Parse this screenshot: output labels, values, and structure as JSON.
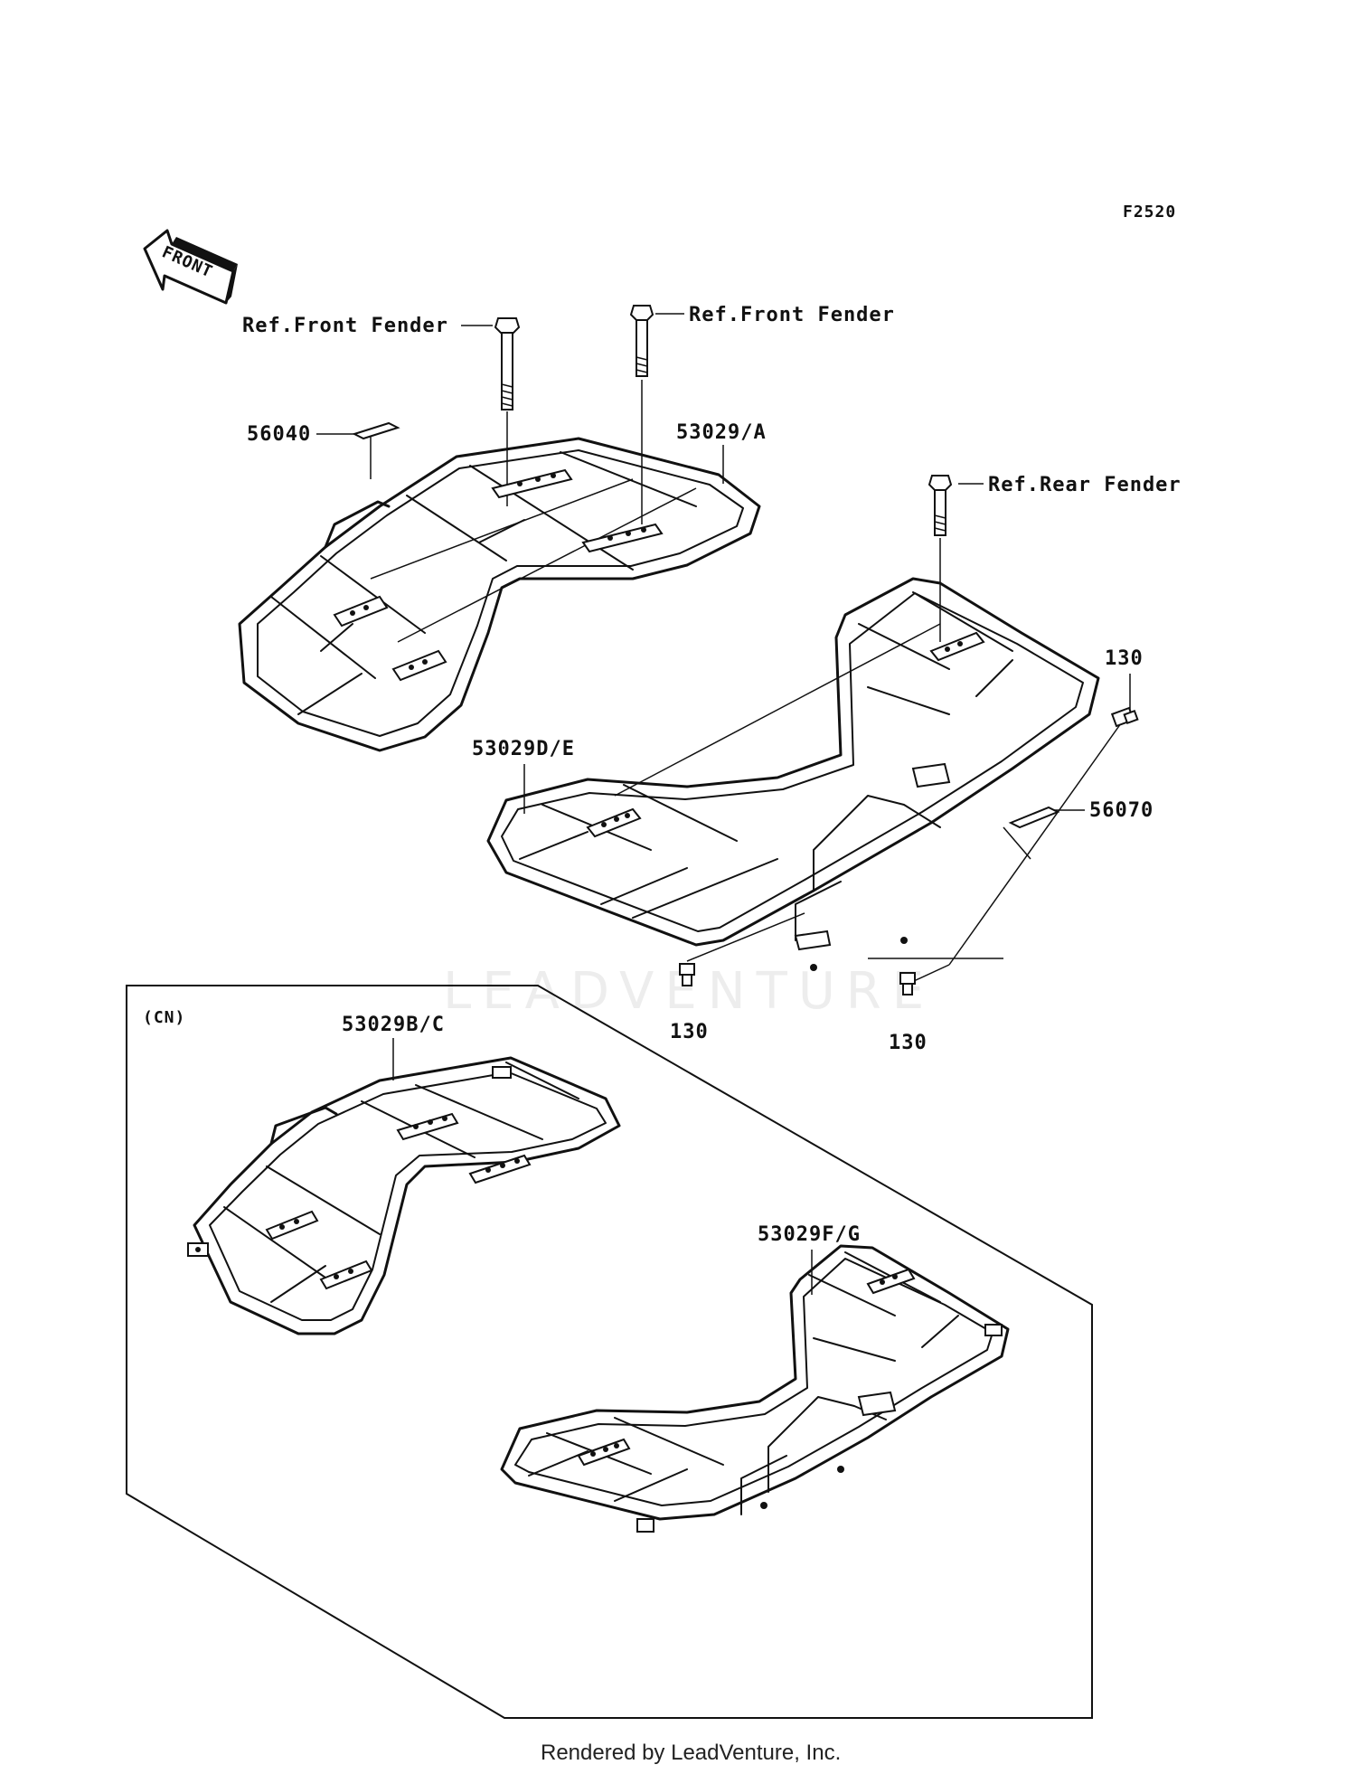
{
  "diagram": {
    "figure_code": "F2520",
    "front_arrow_text": "FRONT",
    "region_label": "(CN)",
    "footer": "Rendered by LeadVenture, Inc.",
    "watermark": "LEADVENTURE",
    "callouts": [
      {
        "id": "ref-front-fender-left",
        "text": "Ref.Front Fender"
      },
      {
        "id": "ref-front-fender-right",
        "text": "Ref.Front Fender"
      },
      {
        "id": "ref-rear-fender",
        "text": "Ref.Rear Fender"
      },
      {
        "id": "part-56040",
        "text": "56040"
      },
      {
        "id": "part-53029-a",
        "text": "53029/A"
      },
      {
        "id": "part-53029-de",
        "text": "53029D/E"
      },
      {
        "id": "part-130-right",
        "text": "130"
      },
      {
        "id": "part-56070",
        "text": "56070"
      },
      {
        "id": "part-130-bottom-left",
        "text": "130"
      },
      {
        "id": "part-130-bottom-right",
        "text": "130"
      },
      {
        "id": "part-53029-bc",
        "text": "53029B/C"
      },
      {
        "id": "part-53029-fg",
        "text": "53029F/G"
      }
    ]
  }
}
